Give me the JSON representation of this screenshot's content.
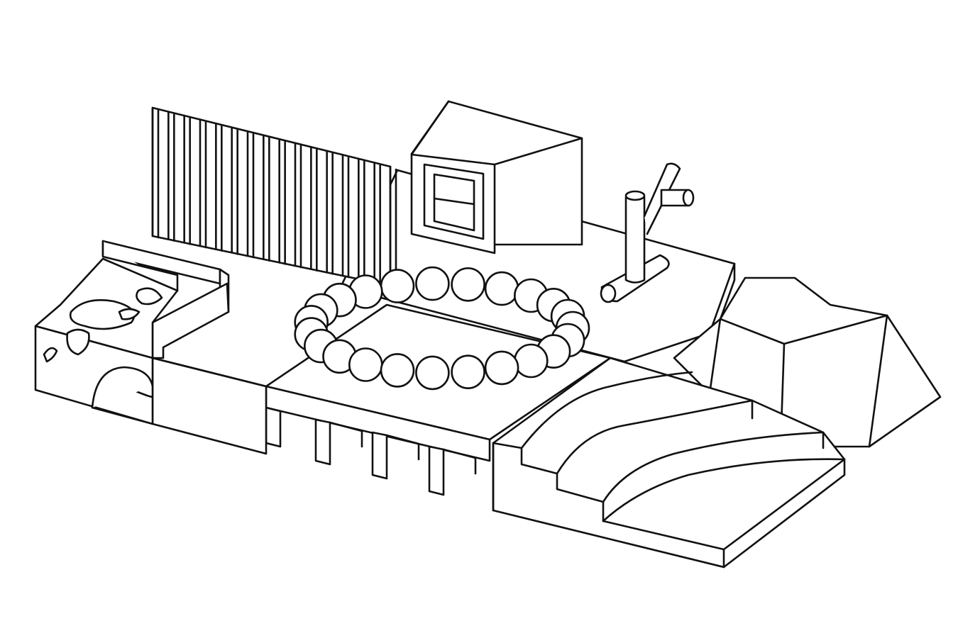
{
  "figure": {
    "kind": "axonometric line drawing",
    "stroke_color": "#111111",
    "background_color": "#ffffff",
    "elements": [
      "perforated-block",
      "l-shaped-wall",
      "corrugated-wall",
      "ribbed-bridge-block",
      "ring-of-spheres",
      "framed-box",
      "cylinder-post",
      "raised-platform",
      "stepped-wave-slab",
      "faceted-frustum"
    ],
    "sphere_count": 23
  }
}
